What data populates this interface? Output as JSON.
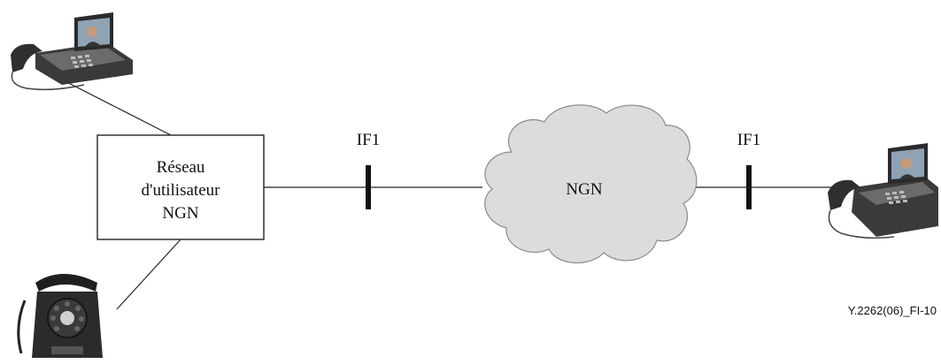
{
  "diagram": {
    "user_network": {
      "line1": "Réseau",
      "line2": "d'utilisateur",
      "line3": "NGN"
    },
    "cloud_label": "NGN",
    "interface_left_label": "IF1",
    "interface_right_label": "IF1",
    "figure_ref": "Y.2262(06)_FI-10"
  },
  "icons": {
    "terminal_top_left": "video-phone-icon",
    "terminal_bottom_left": "rotary-phone-icon",
    "terminal_right": "video-phone-icon"
  },
  "colors": {
    "line": "#222222",
    "cloud_fill": "#dcdcdc",
    "cloud_stroke": "#8a8a8a"
  }
}
